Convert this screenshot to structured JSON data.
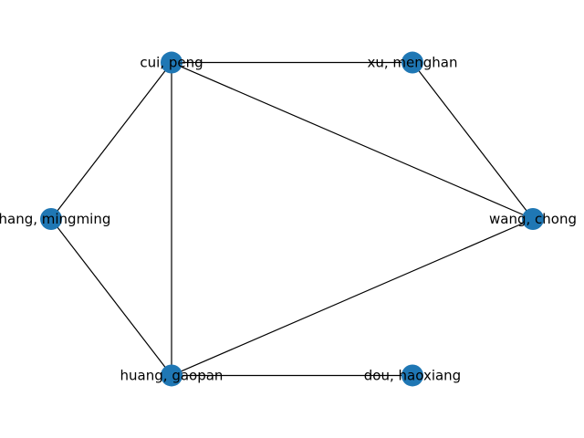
{
  "graph": {
    "node_color": "#1f77b4",
    "edge_color": "#000000",
    "nodes": [
      {
        "id": "cui",
        "label": "cui, peng"
      },
      {
        "id": "xu",
        "label": "xu, menghan"
      },
      {
        "id": "wang",
        "label": "wang, chong"
      },
      {
        "id": "dou",
        "label": "dou, haoxiang"
      },
      {
        "id": "huang",
        "label": "huang, gaopan"
      },
      {
        "id": "zhang",
        "label": "zhang, mingming"
      }
    ],
    "edges": [
      [
        "cui",
        "xu"
      ],
      [
        "cui",
        "wang"
      ],
      [
        "cui",
        "huang"
      ],
      [
        "cui",
        "zhang"
      ],
      [
        "xu",
        "wang"
      ],
      [
        "wang",
        "huang"
      ],
      [
        "huang",
        "zhang"
      ],
      [
        "huang",
        "dou"
      ]
    ]
  }
}
